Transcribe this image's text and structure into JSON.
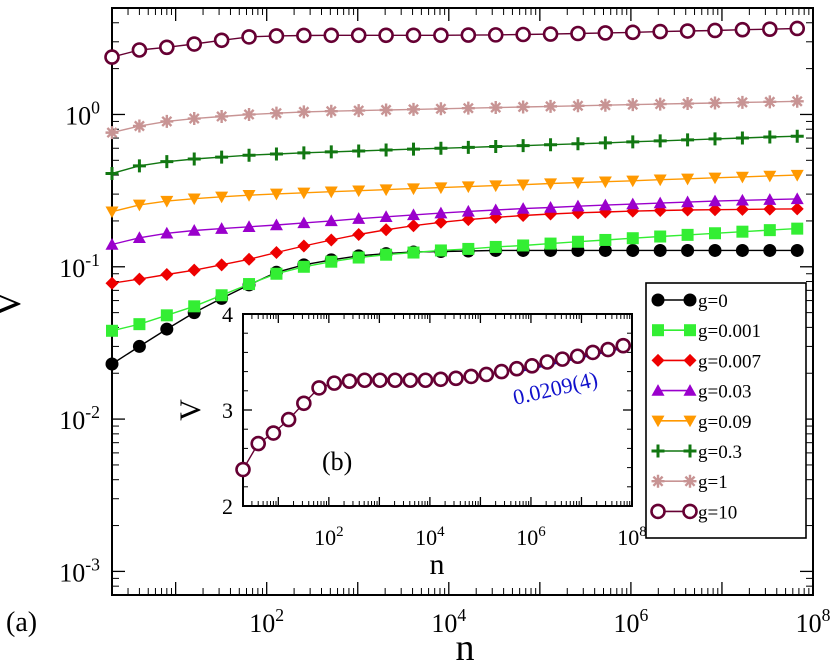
{
  "chart_data": [
    {
      "type": "line",
      "panel_label": "(a)",
      "xlabel": "n",
      "ylabel": "V̄",
      "xscale": "log",
      "yscale": "log",
      "xlim": [
        2,
        100000000
      ],
      "ylim": [
        0.0007,
        5
      ],
      "x_tick_labels": [
        {
          "value": 100,
          "base": "10",
          "exp": "2"
        },
        {
          "value": 10000,
          "base": "10",
          "exp": "4"
        },
        {
          "value": 1000000,
          "base": "10",
          "exp": "6"
        },
        {
          "value": 100000000,
          "base": "10",
          "exp": "8"
        }
      ],
      "y_tick_labels": [
        {
          "value": 0.001,
          "base": "10",
          "exp": "-3"
        },
        {
          "value": 0.01,
          "base": "10",
          "exp": "-2"
        },
        {
          "value": 0.1,
          "base": "10",
          "exp": "-1"
        },
        {
          "value": 1,
          "base": "10",
          "exp": "0"
        }
      ],
      "legend_position": "lower-right",
      "series": [
        {
          "name": "g=0",
          "color": "#000000",
          "marker": "circle",
          "x": [
            2,
            4,
            8,
            16,
            32,
            64,
            128,
            256,
            512,
            1024,
            2048,
            4096,
            8192,
            16384,
            32768,
            65536,
            131072,
            262144,
            524288,
            1048576,
            2097152,
            4194304,
            8388608,
            16777216,
            33554432,
            67108864
          ],
          "y": [
            0.023,
            0.03,
            0.039,
            0.05,
            0.062,
            0.076,
            0.092,
            0.103,
            0.111,
            0.118,
            0.122,
            0.125,
            0.126,
            0.127,
            0.128,
            0.128,
            0.128,
            0.128,
            0.128,
            0.128,
            0.128,
            0.128,
            0.128,
            0.128,
            0.128,
            0.128
          ]
        },
        {
          "name": "g=0.001",
          "color": "#33ee33",
          "marker": "square",
          "x": [
            2,
            4,
            8,
            16,
            32,
            64,
            128,
            256,
            512,
            1024,
            2048,
            4096,
            8192,
            16384,
            32768,
            65536,
            131072,
            262144,
            524288,
            1048576,
            2097152,
            4194304,
            8388608,
            16777216,
            33554432,
            67108864
          ],
          "y": [
            0.038,
            0.042,
            0.048,
            0.055,
            0.065,
            0.077,
            0.09,
            0.1,
            0.108,
            0.115,
            0.12,
            0.124,
            0.128,
            0.131,
            0.135,
            0.138,
            0.142,
            0.146,
            0.15,
            0.154,
            0.158,
            0.162,
            0.166,
            0.17,
            0.174,
            0.178
          ]
        },
        {
          "name": "g=0.007",
          "color": "#ee0000",
          "marker": "diamond",
          "x": [
            2,
            4,
            8,
            16,
            32,
            64,
            128,
            256,
            512,
            1024,
            2048,
            4096,
            8192,
            16384,
            32768,
            65536,
            131072,
            262144,
            524288,
            1048576,
            2097152,
            4194304,
            8388608,
            16777216,
            33554432,
            67108864
          ],
          "y": [
            0.078,
            0.083,
            0.089,
            0.095,
            0.103,
            0.112,
            0.124,
            0.137,
            0.15,
            0.163,
            0.175,
            0.186,
            0.196,
            0.204,
            0.211,
            0.217,
            0.222,
            0.226,
            0.229,
            0.232,
            0.234,
            0.236,
            0.237,
            0.238,
            0.239,
            0.24
          ]
        },
        {
          "name": "g=0.03",
          "color": "#9a00cc",
          "marker": "triangle-up",
          "x": [
            2,
            4,
            8,
            16,
            32,
            64,
            128,
            256,
            512,
            1024,
            2048,
            4096,
            8192,
            16384,
            32768,
            65536,
            131072,
            262144,
            524288,
            1048576,
            2097152,
            4194304,
            8388608,
            16777216,
            33554432,
            67108864
          ],
          "y": [
            0.14,
            0.155,
            0.166,
            0.173,
            0.178,
            0.183,
            0.188,
            0.194,
            0.2,
            0.207,
            0.213,
            0.219,
            0.225,
            0.231,
            0.236,
            0.241,
            0.245,
            0.25,
            0.254,
            0.258,
            0.262,
            0.266,
            0.27,
            0.273,
            0.276,
            0.279
          ]
        },
        {
          "name": "g=0.09",
          "color": "#ff9900",
          "marker": "triangle-down",
          "x": [
            2,
            4,
            8,
            16,
            32,
            64,
            128,
            256,
            512,
            1024,
            2048,
            4096,
            8192,
            16384,
            32768,
            65536,
            131072,
            262144,
            524288,
            1048576,
            2097152,
            4194304,
            8388608,
            16777216,
            33554432,
            67108864
          ],
          "y": [
            0.23,
            0.255,
            0.27,
            0.28,
            0.288,
            0.295,
            0.301,
            0.306,
            0.311,
            0.316,
            0.321,
            0.326,
            0.331,
            0.336,
            0.341,
            0.346,
            0.352,
            0.357,
            0.362,
            0.367,
            0.373,
            0.378,
            0.384,
            0.389,
            0.395,
            0.4
          ]
        },
        {
          "name": "g=0.3",
          "color": "#117711",
          "marker": "plus",
          "x": [
            2,
            4,
            8,
            16,
            32,
            64,
            128,
            256,
            512,
            1024,
            2048,
            4096,
            8192,
            16384,
            32768,
            65536,
            131072,
            262144,
            524288,
            1048576,
            2097152,
            4194304,
            8388608,
            16777216,
            33554432,
            67108864
          ],
          "y": [
            0.41,
            0.46,
            0.49,
            0.51,
            0.525,
            0.54,
            0.55,
            0.56,
            0.568,
            0.576,
            0.584,
            0.592,
            0.6,
            0.608,
            0.616,
            0.624,
            0.633,
            0.642,
            0.651,
            0.661,
            0.671,
            0.681,
            0.691,
            0.701,
            0.711,
            0.72
          ]
        },
        {
          "name": "g=1",
          "color": "#c89494",
          "marker": "asterisk",
          "x": [
            2,
            4,
            8,
            16,
            32,
            64,
            128,
            256,
            512,
            1024,
            2048,
            4096,
            8192,
            16384,
            32768,
            65536,
            131072,
            262144,
            524288,
            1048576,
            2097152,
            4194304,
            8388608,
            16777216,
            33554432,
            67108864
          ],
          "y": [
            0.76,
            0.84,
            0.9,
            0.94,
            0.97,
            1.0,
            1.02,
            1.04,
            1.05,
            1.06,
            1.07,
            1.08,
            1.09,
            1.1,
            1.11,
            1.12,
            1.13,
            1.14,
            1.15,
            1.16,
            1.17,
            1.18,
            1.19,
            1.2,
            1.21,
            1.22
          ]
        },
        {
          "name": "g=10",
          "color": "#660033",
          "marker": "open-circle",
          "x": [
            2,
            4,
            8,
            16,
            32,
            64,
            128,
            256,
            512,
            1024,
            2048,
            4096,
            8192,
            16384,
            32768,
            65536,
            131072,
            262144,
            524288,
            1048576,
            2097152,
            4194304,
            8388608,
            16777216,
            33554432,
            67108864
          ],
          "y": [
            2.38,
            2.65,
            2.76,
            2.9,
            3.07,
            3.23,
            3.28,
            3.3,
            3.31,
            3.31,
            3.31,
            3.31,
            3.31,
            3.32,
            3.33,
            3.35,
            3.37,
            3.4,
            3.43,
            3.46,
            3.5,
            3.53,
            3.56,
            3.6,
            3.63,
            3.67
          ]
        }
      ]
    },
    {
      "type": "line",
      "panel_label": "(b)",
      "xlabel": "n",
      "ylabel": "V",
      "xscale": "log",
      "yscale": "linear",
      "xlim": [
        2,
        100000000
      ],
      "ylim": [
        2,
        4
      ],
      "x_tick_labels": [
        {
          "value": 100,
          "base": "10",
          "exp": "2"
        },
        {
          "value": 10000,
          "base": "10",
          "exp": "4"
        },
        {
          "value": 1000000,
          "base": "10",
          "exp": "6"
        },
        {
          "value": 100000000,
          "base": "10",
          "exp": "8"
        }
      ],
      "y_tick_labels": [
        {
          "value": 2,
          "text": "2"
        },
        {
          "value": 3,
          "text": "3"
        },
        {
          "value": 4,
          "text": "4"
        }
      ],
      "annotation": {
        "text": "0.0209(4)",
        "color": "#1111cc"
      },
      "fit_line": {
        "x": [
          400000,
          90000000
        ],
        "y": [
          3.39,
          3.67
        ],
        "color": "#1111cc"
      },
      "series": [
        {
          "name": "g=10",
          "color": "#660033",
          "marker": "open-circle",
          "x": [
            2,
            4,
            8,
            16,
            32,
            64,
            128,
            256,
            512,
            1024,
            2048,
            4096,
            8192,
            16384,
            32768,
            65536,
            131072,
            262144,
            524288,
            1048576,
            2097152,
            4194304,
            8388608,
            16777216,
            33554432,
            67108864
          ],
          "y": [
            2.38,
            2.65,
            2.76,
            2.9,
            3.07,
            3.23,
            3.28,
            3.3,
            3.31,
            3.31,
            3.31,
            3.31,
            3.31,
            3.32,
            3.33,
            3.35,
            3.37,
            3.4,
            3.43,
            3.46,
            3.5,
            3.53,
            3.56,
            3.6,
            3.63,
            3.67
          ]
        }
      ]
    }
  ]
}
